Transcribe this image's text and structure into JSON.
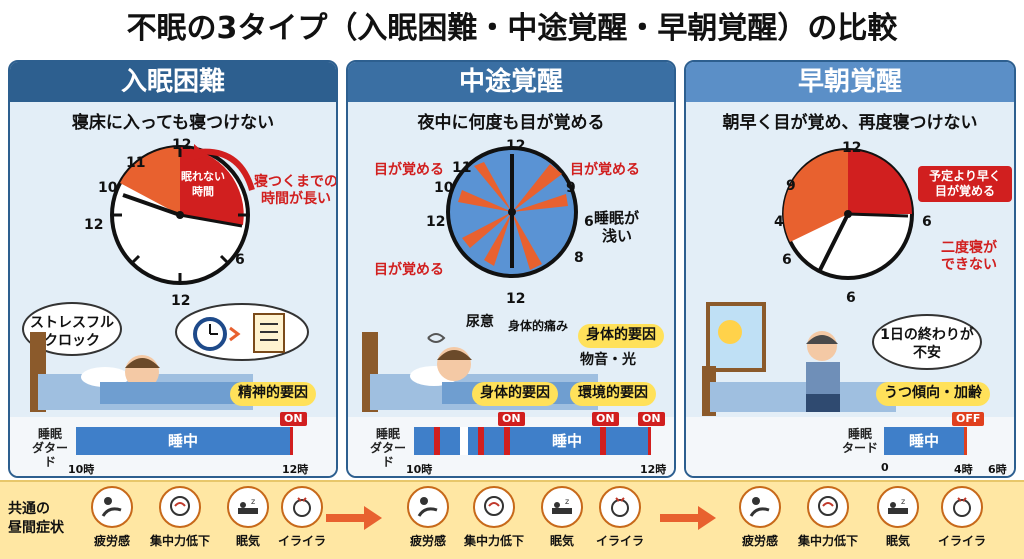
{
  "title": "不眠の3タイプ（入眠困難・中途覚醒・早朝覚醒）の比較",
  "colors": {
    "header_dark": "#2d5f8f",
    "header_mid": "#3a6fa3",
    "header_light": "#5b8fc7",
    "red": "#d11f1f",
    "orange": "#e8612f",
    "blue_clock": "#5a93d4",
    "yellow": "#ffe15a",
    "band": "#ffe7a3"
  },
  "panels": [
    {
      "header": "入眠困難",
      "subtitle": "寝床に入っても寝つけない",
      "clock_numbers": [
        "11",
        "10",
        "12",
        "12",
        "6",
        "12"
      ],
      "clock_center_label_1": "眠れない",
      "clock_center_label_2": "時間",
      "annotation_1": "寝つくまでの",
      "annotation_2": "時間が長い",
      "thought_1": "ストレスフル",
      "thought_2": "クロック",
      "tag": "精神的要因",
      "timeline": {
        "label_1": "睡眠",
        "label_2": "ダタード",
        "bar_text": "睡中",
        "on_badge": "ON",
        "start": "10時",
        "end": "12時"
      }
    },
    {
      "header": "中途覚醒",
      "subtitle": "夜中に何度も目が覚める",
      "clock_numbers": [
        "12",
        "11",
        "10",
        "12",
        "6",
        "9",
        "8",
        "12"
      ],
      "wake_label_1": "目が覚める",
      "wake_label_2": "目が覚める",
      "wake_label_3": "目が覚める",
      "shallow_1": "睡眠が",
      "shallow_2": "浅い",
      "label_nyoui": "尿意",
      "label_pain": "身体的痛み",
      "label_noise": "物音・光",
      "tag_1": "身体的要因",
      "tag_2": "身体的要因",
      "tag_3": "環境的要因",
      "timeline": {
        "label_1": "睡眠",
        "label_2": "ダタード",
        "bar_text": "睡中",
        "on_badges": [
          "ON",
          "ON",
          "ON"
        ],
        "start": "10時",
        "end": "12時"
      }
    },
    {
      "header": "早朝覚醒",
      "subtitle": "朝早く目が覚め、再度寝つけない",
      "clock_numbers": [
        "12",
        "9",
        "4",
        "6",
        "6",
        "6"
      ],
      "early_box_1": "予定より早く",
      "early_box_2": "目が覚める",
      "no_sleep_1": "二度寝が",
      "no_sleep_2": "できない",
      "thought_1": "1日の終わりが",
      "thought_2": "不安",
      "tag": "うつ傾向・加齢",
      "timeline": {
        "label_1": "睡眠",
        "label_2": "タード",
        "bar_text": "睡中",
        "off_badge": "OFF",
        "start": "0",
        "mid": "4時",
        "end": "6時"
      }
    }
  ],
  "common": {
    "label_1": "共通の",
    "label_2": "昼間症状",
    "symptoms": [
      "疲労感",
      "集中力低下",
      "眠気",
      "イライラ"
    ],
    "icons": [
      "fatigue-icon",
      "brain-icon",
      "sleep-icon",
      "irritation-icon"
    ]
  }
}
